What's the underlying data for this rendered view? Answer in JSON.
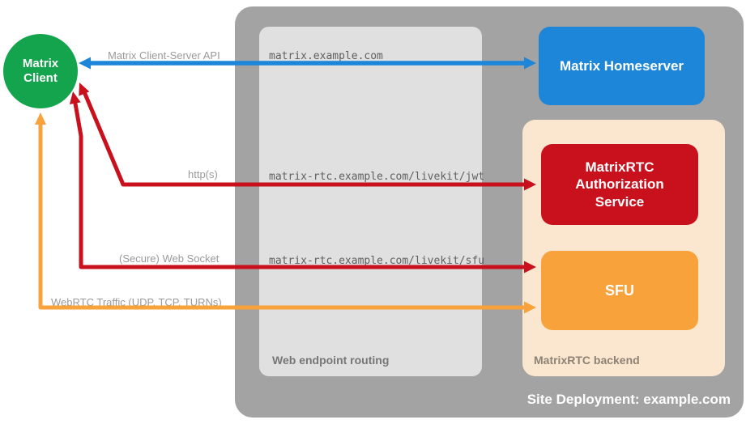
{
  "client": {
    "label": "Matrix Client"
  },
  "site": {
    "label": "Site Deployment: example.com"
  },
  "routing": {
    "label": "Web endpoint routing",
    "entries": [
      "matrix.example.com",
      "matrix-rtc.example.com/livekit/jwt",
      "matrix-rtc.example.com/livekit/sfu"
    ]
  },
  "homeserver": {
    "label": "Matrix Homeserver"
  },
  "backend": {
    "label": "MatrixRTC backend"
  },
  "auth_service": {
    "label": "MatrixRTC Authorization Service"
  },
  "sfu": {
    "label": "SFU"
  },
  "arrows": {
    "client_server_api": {
      "label": "Matrix Client-Server API",
      "color": "#1d86d8"
    },
    "https": {
      "label": "http(s)",
      "color": "#c9111e"
    },
    "websocket": {
      "label": "(Secure) Web Socket",
      "color": "#c9111e"
    },
    "webrtc": {
      "label": "WebRTC Traffic (UDP, TCP, TURNs)",
      "color": "#f7a23b"
    }
  },
  "colors": {
    "client_green": "#14a44d",
    "homeserver_blue": "#1d86d8",
    "auth_red": "#c9111e",
    "sfu_orange": "#f7a23b",
    "backend_peach": "#fbe7cf",
    "site_gray": "#a3a3a3",
    "routing_gray": "#e0e0e0"
  }
}
